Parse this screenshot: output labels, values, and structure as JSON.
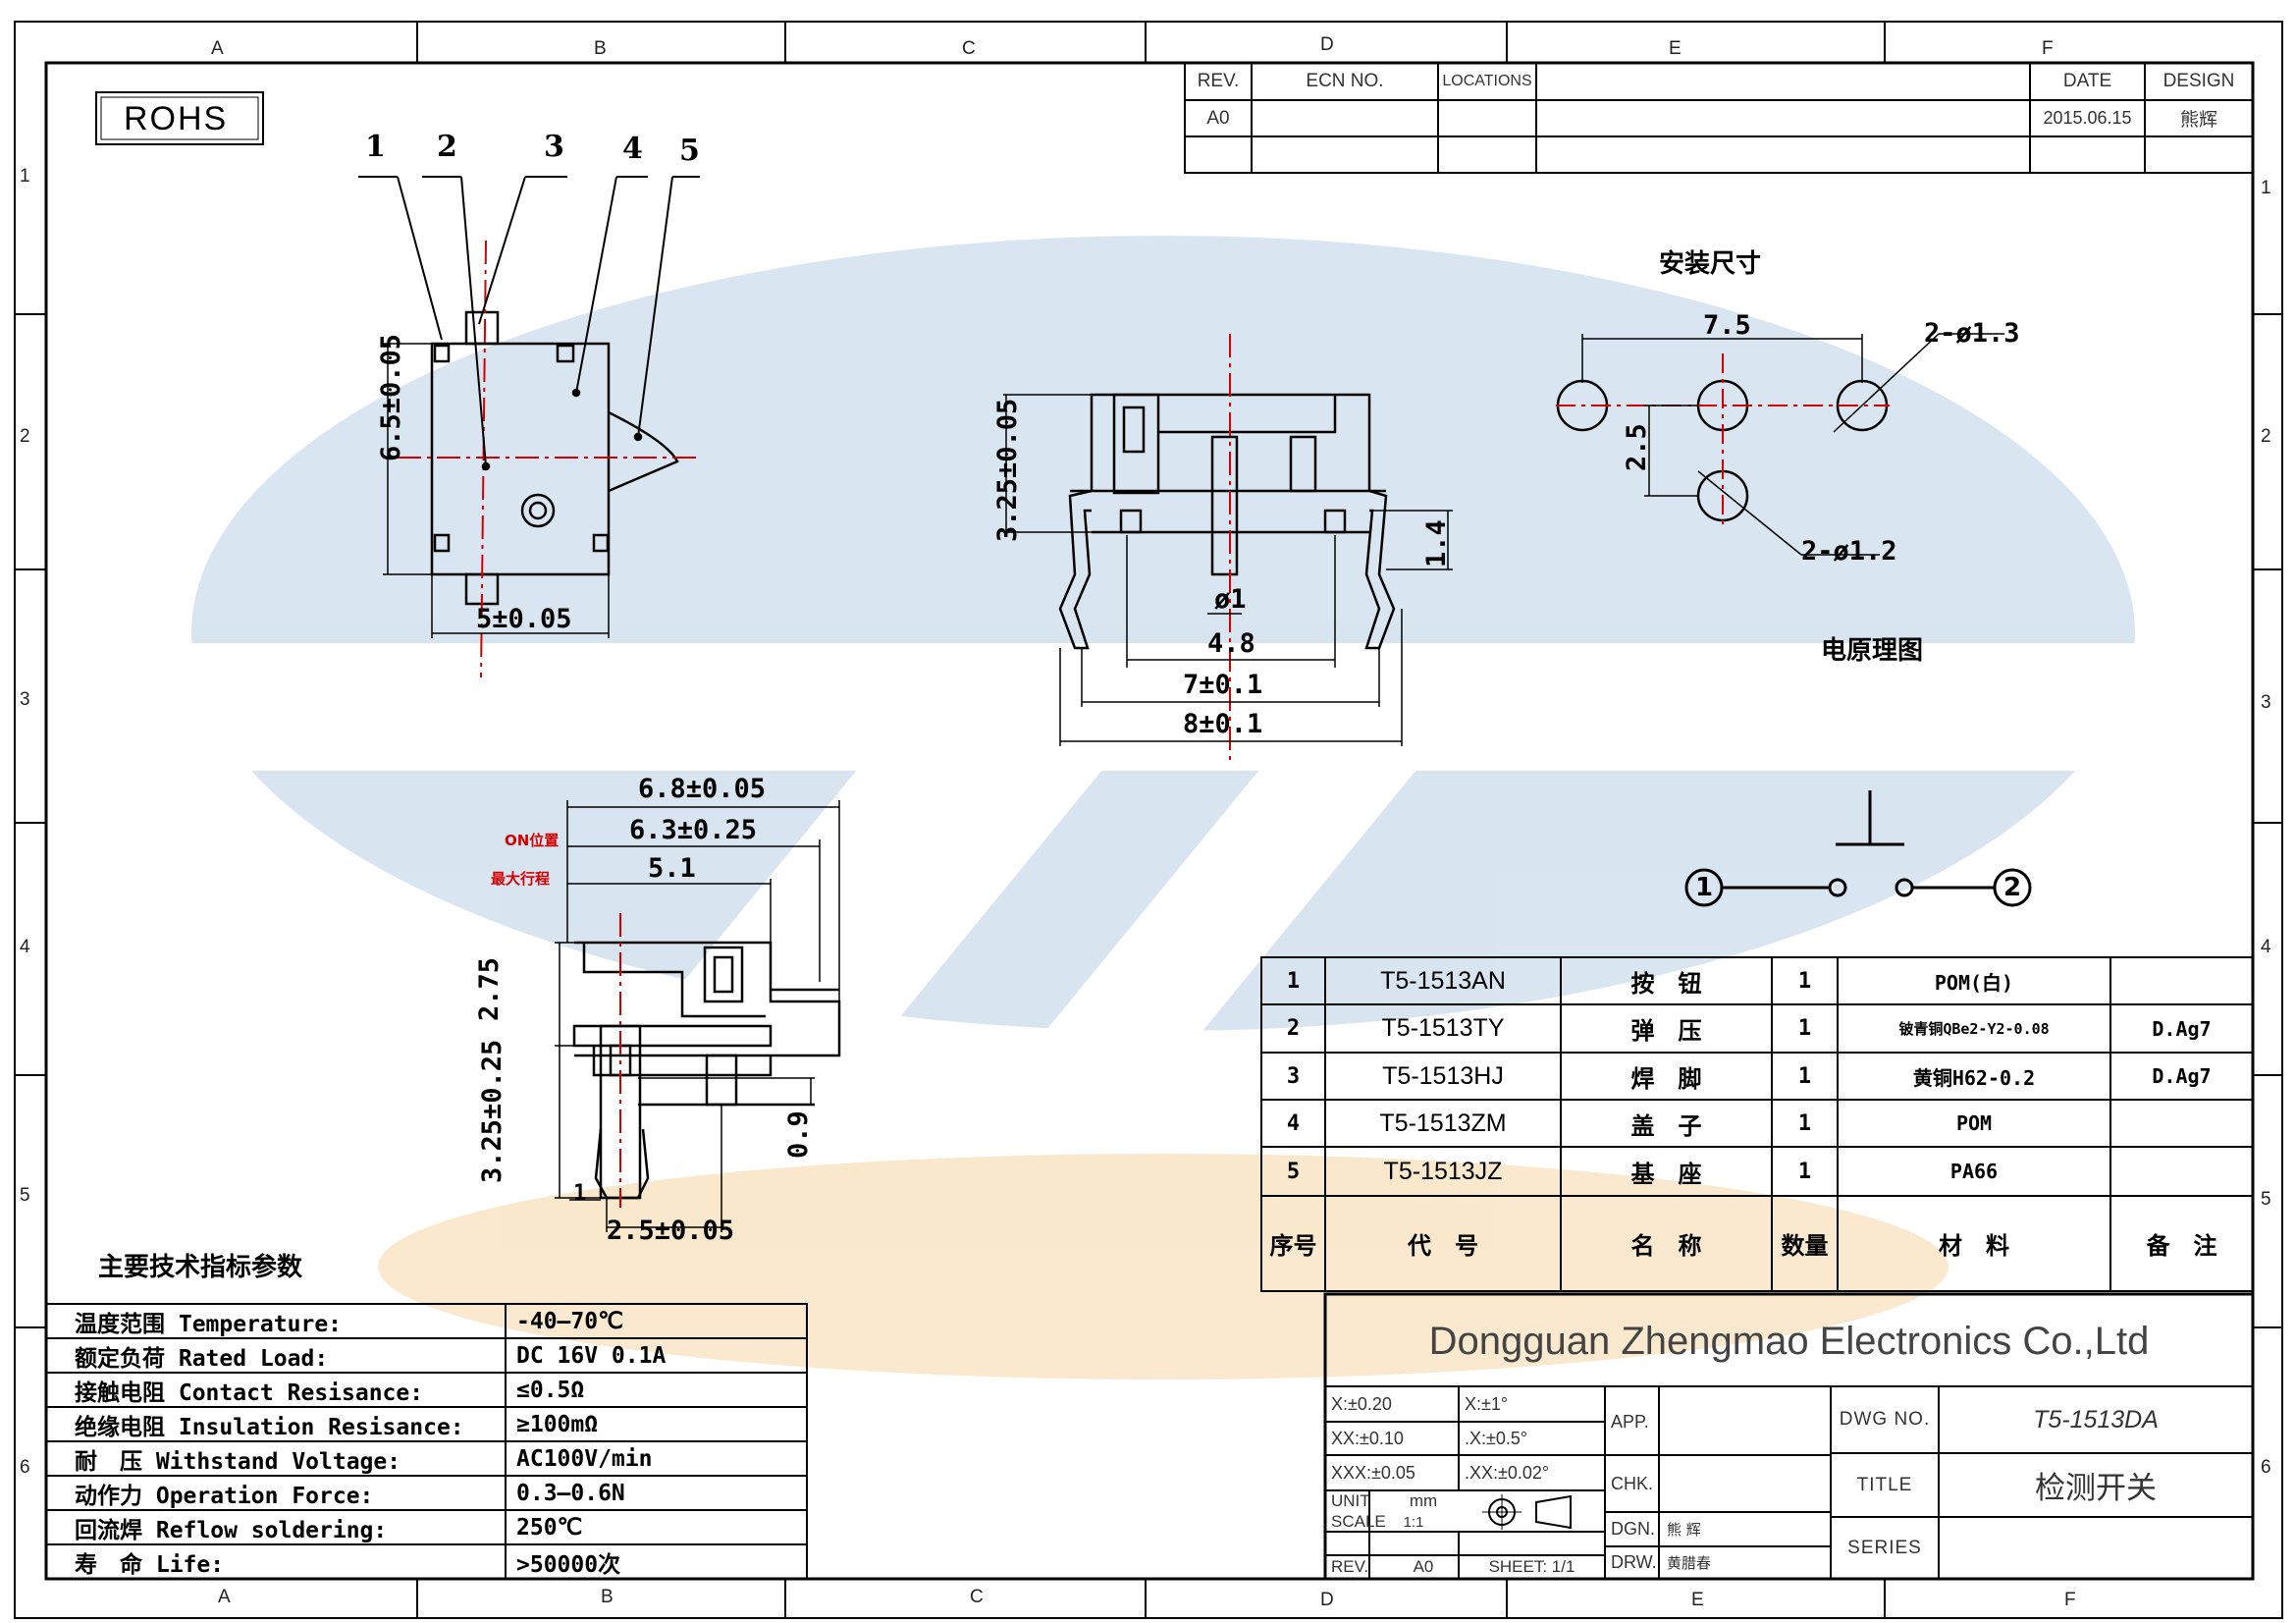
{
  "zones": {
    "columns": [
      "A",
      "B",
      "C",
      "D",
      "E",
      "F"
    ],
    "rows": [
      "1",
      "2",
      "3",
      "4",
      "5",
      "6"
    ]
  },
  "rohs_label": "ROHS",
  "revision_block": {
    "headers": {
      "rev": "REV.",
      "ecn": "ECN NO.",
      "locations": "LOCATIONS",
      "date": "DATE",
      "design": "DESIGN"
    },
    "row": {
      "rev": "A0",
      "date": "2015.06.15",
      "design": "熊辉"
    }
  },
  "top_view": {
    "callouts": [
      "1",
      "2",
      "3",
      "4",
      "5"
    ],
    "dim_height": "6.5±0.05",
    "dim_width": "5±0.05"
  },
  "front_view": {
    "dim_height": "3.25±0.05",
    "dim_pin_height": "1.4",
    "dim_hole": "ø1",
    "dim_inner": "4.8",
    "dim_mid": "7±0.1",
    "dim_outer": "8±0.1"
  },
  "side_view": {
    "dim_total": "6.8±0.05",
    "dim_travel": "6.3±0.25",
    "dim_body": "5.1",
    "label_on": "ON位置",
    "label_max": "最大行程",
    "dim_2_75": "2.75",
    "dim_3_25": "3.25±0.25",
    "dim_0_9": "0.9",
    "dim_1": "1",
    "dim_bottom": "2.5±0.05"
  },
  "mounting": {
    "title": "安装尺寸",
    "dim_pitch": "7.5",
    "dim_hole_big": "2-ø1.3",
    "dim_vertical": "2.5",
    "dim_hole_small": "2-ø1.2"
  },
  "schematic": {
    "title": "电原理图",
    "terminal_left": "1",
    "terminal_right": "2"
  },
  "bom": {
    "headers": {
      "no": "序号",
      "code": "代　号",
      "name": "名　称",
      "qty": "数量",
      "material": "材　料",
      "note": "备　注"
    },
    "rows": [
      {
        "no": "1",
        "code": "T5-1513AN",
        "name": "按　钮",
        "qty": "1",
        "material": "POM(白)",
        "note": ""
      },
      {
        "no": "2",
        "code": "T5-1513TY",
        "name": "弹　压",
        "qty": "1",
        "material": "铍青铜QBe2-Y2-0.08",
        "note": "D.Ag7"
      },
      {
        "no": "3",
        "code": "T5-1513HJ",
        "name": "焊　脚",
        "qty": "1",
        "material": "黄铜H62-0.2",
        "note": "D.Ag7"
      },
      {
        "no": "4",
        "code": "T5-1513ZM",
        "name": "盖　子",
        "qty": "1",
        "material": "POM",
        "note": ""
      },
      {
        "no": "5",
        "code": "T5-1513JZ",
        "name": "基　座",
        "qty": "1",
        "material": "PA66",
        "note": ""
      }
    ]
  },
  "specs": {
    "title": "主要技术指标参数",
    "rows": [
      {
        "label": "温度范围 Temperature:",
        "value": "-40—70℃"
      },
      {
        "label": "额定负荷 Rated Load:",
        "value": "DC 16V 0.1A"
      },
      {
        "label": "接触电阻 Contact Resisance:",
        "value": "≤0.5Ω"
      },
      {
        "label": "绝缘电阻 Insulation Resisance:",
        "value": "≥100mΩ"
      },
      {
        "label": "耐　压 Withstand Voltage:",
        "value": "AC100V/min"
      },
      {
        "label": "动作力 Operation Force:",
        "value": "0.3—0.6N"
      },
      {
        "label": "回流焊 Reflow soldering:",
        "value": "250℃"
      },
      {
        "label": "寿　命 Life:",
        "value": ">50000次"
      }
    ]
  },
  "title_block": {
    "company": "Dongguan Zhengmao Electronics Co.,Ltd",
    "tol_x": "X:±0.20",
    "tol_xx": "XX:±0.10",
    "tol_xxx": "XXX:±0.05",
    "ang_x": "X:±1°",
    "ang_xx": ".X:±0.5°",
    "ang_xxx": ".XX:±0.02°",
    "unit_label": "UNIT",
    "unit_value": "mm",
    "scale_label": "SCALE",
    "scale_value": "1:1",
    "rev_label": "REV.",
    "rev_value": "A0",
    "sheet": "SHEET: 1/1",
    "app": "APP.",
    "chk": "CHK.",
    "dgn": "DGN.",
    "dgn_name": "熊 辉",
    "drw": "DRW.",
    "drw_name": "黄腊春",
    "dwg_label": "DWG NO.",
    "dwg_value": "T5-1513DA",
    "title_label": "TITLE",
    "title_value": "检测开关",
    "series_label": "SERIES"
  }
}
